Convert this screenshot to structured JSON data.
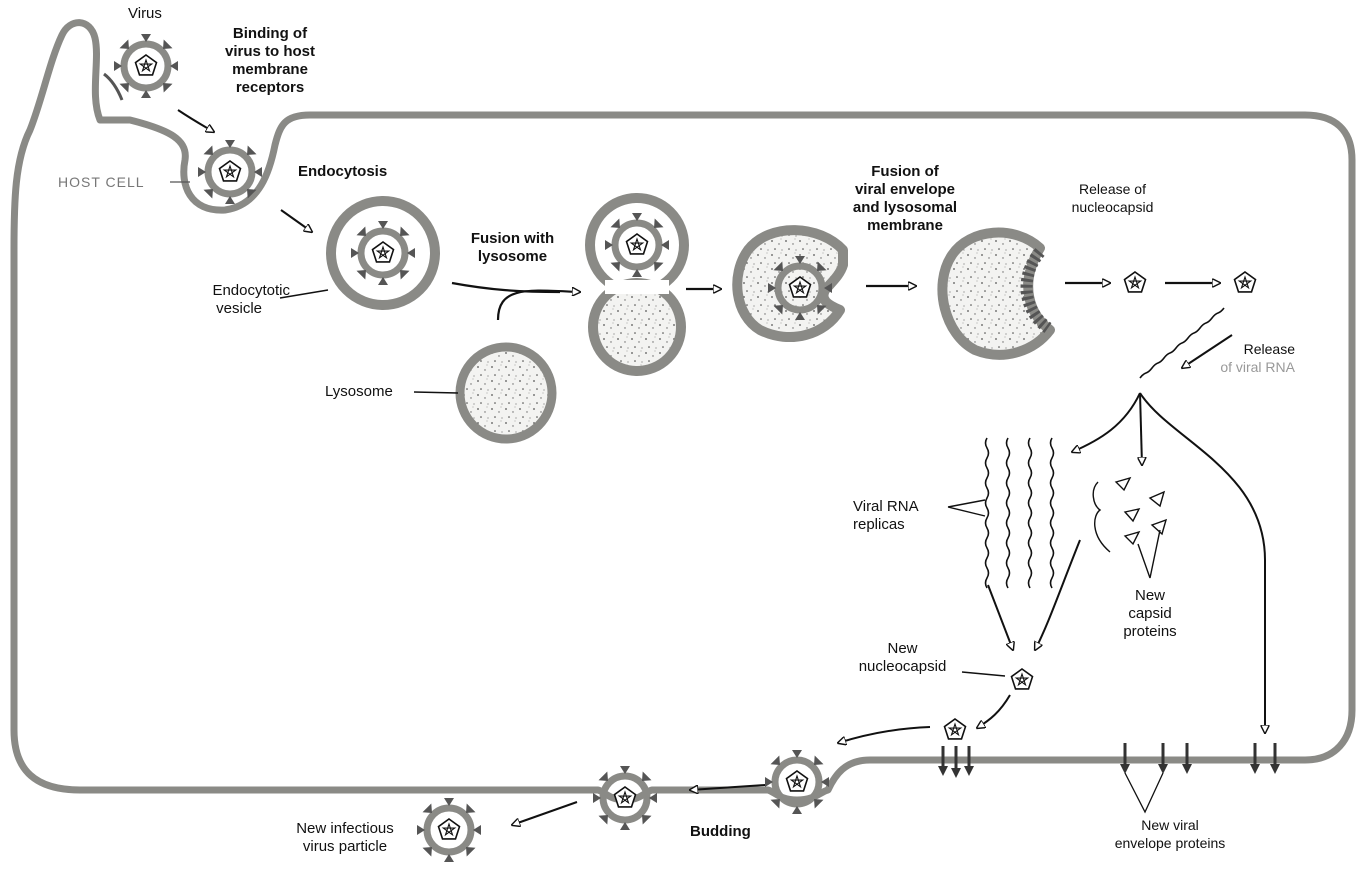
{
  "labels": {
    "virus": "Virus",
    "binding": [
      "Binding of",
      "virus to host",
      "membrane",
      "receptors"
    ],
    "host_cell": "HOST CELL",
    "endocytosis": "Endocytosis",
    "endocytotic_vesicle": [
      "Endocytotic",
      "vesicle"
    ],
    "fusion_lysosome": [
      "Fusion with",
      "lysosome"
    ],
    "lysosome": "Lysosome",
    "fusion_envelope": [
      "Fusion of",
      "viral envelope",
      "and lysosomal",
      "membrane"
    ],
    "release_nucleocapsid": [
      "Release of",
      "nucleocapsid"
    ],
    "release_rna": [
      "Release",
      "of viral RNA"
    ],
    "viral_rna_replicas": [
      "Viral RNA",
      "replicas"
    ],
    "new_capsid_proteins": [
      "New",
      "capsid",
      "proteins"
    ],
    "new_nucleocapsid": [
      "New",
      "nucleocapsid"
    ],
    "new_envelope_proteins": [
      "New viral",
      "envelope proteins"
    ],
    "budding": "Budding",
    "new_infectious_virus": [
      "New infectious",
      "virus particle"
    ]
  }
}
